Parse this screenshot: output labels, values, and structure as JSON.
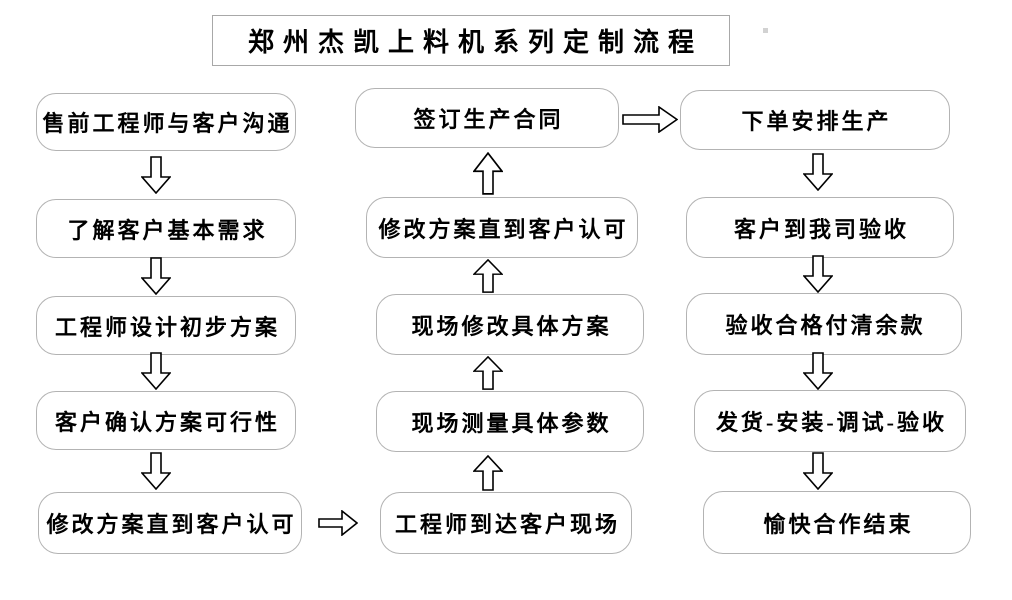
{
  "title": "郑州杰凯上料机系列定制流程",
  "flow": {
    "left_column": [
      "售前工程师与客户沟通",
      "了解客户基本需求",
      "工程师设计初步方案",
      "客户确认方案可行性",
      "修改方案直到客户认可"
    ],
    "middle_column": [
      "签订生产合同",
      "修改方案直到客户认可",
      "现场修改具体方案",
      "现场测量具体参数",
      "工程师到达客户现场"
    ],
    "right_column": [
      "下单安排生产",
      "客户到我司验收",
      "验收合格付清余款",
      "发货-安装-调试-验收",
      "愉快合作结束"
    ]
  },
  "edges": [
    {
      "from": "售前工程师与客户沟通",
      "to": "了解客户基本需求",
      "direction": "down"
    },
    {
      "from": "了解客户基本需求",
      "to": "工程师设计初步方案",
      "direction": "down"
    },
    {
      "from": "工程师设计初步方案",
      "to": "客户确认方案可行性",
      "direction": "down"
    },
    {
      "from": "客户确认方案可行性",
      "to": "修改方案直到客户认可",
      "direction": "down"
    },
    {
      "from": "修改方案直到客户认可",
      "to": "工程师到达客户现场",
      "direction": "right"
    },
    {
      "from": "工程师到达客户现场",
      "to": "现场测量具体参数",
      "direction": "up"
    },
    {
      "from": "现场测量具体参数",
      "to": "现场修改具体方案",
      "direction": "up"
    },
    {
      "from": "现场修改具体方案",
      "to": "修改方案直到客户认可",
      "direction": "up"
    },
    {
      "from": "修改方案直到客户认可",
      "to": "签订生产合同",
      "direction": "up"
    },
    {
      "from": "签订生产合同",
      "to": "下单安排生产",
      "direction": "right"
    },
    {
      "from": "下单安排生产",
      "to": "客户到我司验收",
      "direction": "down"
    },
    {
      "from": "客户到我司验收",
      "to": "验收合格付清余款",
      "direction": "down"
    },
    {
      "from": "验收合格付清余款",
      "to": "发货-安装-调试-验收",
      "direction": "down"
    },
    {
      "from": "发货-安装-调试-验收",
      "to": "愉快合作结束",
      "direction": "down"
    }
  ],
  "icons": {
    "down_arrow": "hollow block arrow ⇩",
    "up_arrow": "hollow block arrow ⇧",
    "right_arrow": "hollow block arrow ⇨"
  },
  "colors": {
    "background": "#ffffff",
    "box_fill": "#ffffff",
    "box_border": "#b3b3b3",
    "title_border": "#a8a8a8",
    "text": "#000000",
    "arrow_outline": "#000000",
    "arrow_fill": "#ffffff"
  }
}
